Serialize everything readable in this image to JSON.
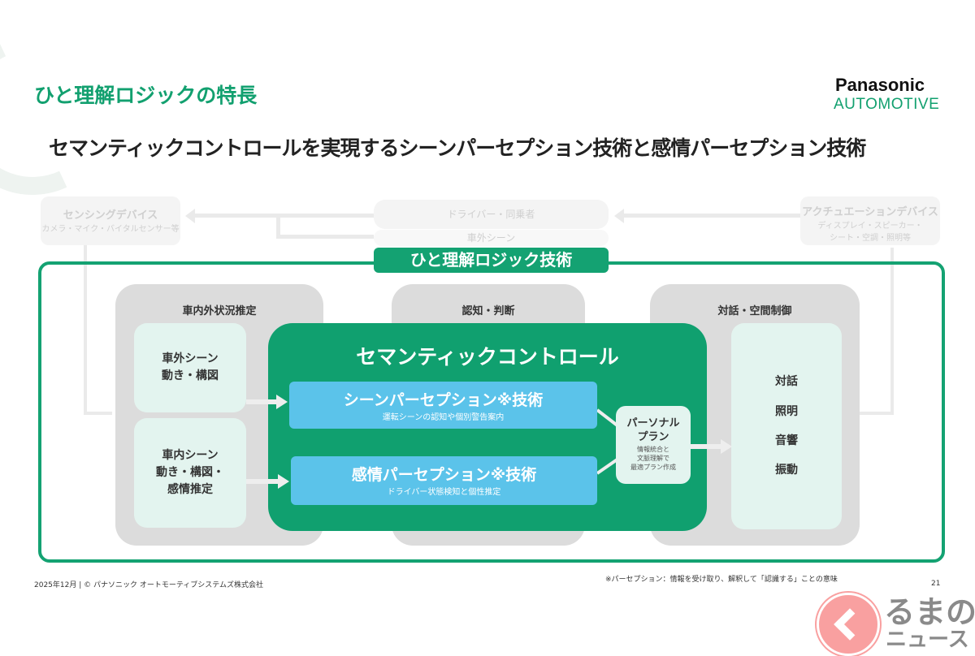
{
  "header": {
    "title": "ひと理解ロジックの特長",
    "subtitle": "セマンティックコントロールを実現するシーンパーセプション技術と感情パーセプション技術",
    "logo_line1": "Panasonic",
    "logo_line2": "AUTOMOTIVE"
  },
  "top": {
    "sensing_title": "センシングデバイス",
    "sensing_sub": "カメラ・マイク・バイタルセンサー等",
    "driver": "ドライバー・同乗者",
    "outside": "車外シーン",
    "actuation_title": "アクチュエーションデバイス",
    "actuation_sub1": "ディスプレイ・スピーカー・",
    "actuation_sub2": "シート・空調・照明等"
  },
  "frame_label": "ひと理解ロジック技術",
  "panels": {
    "left_title": "車内外状況推定",
    "mid_title": "認知・判断",
    "right_title": "対話・空間制御"
  },
  "left_boxes": {
    "outer_l1": "車外シーン",
    "outer_l2": "動き・構図",
    "inner_l1": "車内シーン",
    "inner_l2": "動き・構図・",
    "inner_l3": "感情推定"
  },
  "semantic": {
    "title": "セマンティックコントロール",
    "scene_title": "シーンパーセプション※技術",
    "scene_sub": "運転シーンの認知や個別警告案内",
    "emotion_title": "感情パーセプション※技術",
    "emotion_sub": "ドライバー状態検知と個性推定"
  },
  "personal": {
    "l1": "パーソナル",
    "l2": "プラン",
    "s1": "情報統合と",
    "s2": "文脈理解で",
    "s3": "最適プラン作成"
  },
  "outputs": [
    "対話",
    "照明",
    "音響",
    "振動"
  ],
  "footer": {
    "copyright": "2025年12月 | © パナソニック オートモーティブシステムズ株式会社",
    "note": "※パーセプション：情報を受け取り、解釈して「認識する」ことの意味",
    "page": "21"
  },
  "watermark": {
    "text1": "るまの",
    "text2": "ニュース"
  },
  "colors": {
    "green": "#14a272",
    "blue": "#5bc3ea",
    "light": "#e3f4ef",
    "gray": "#dcdcdc"
  }
}
